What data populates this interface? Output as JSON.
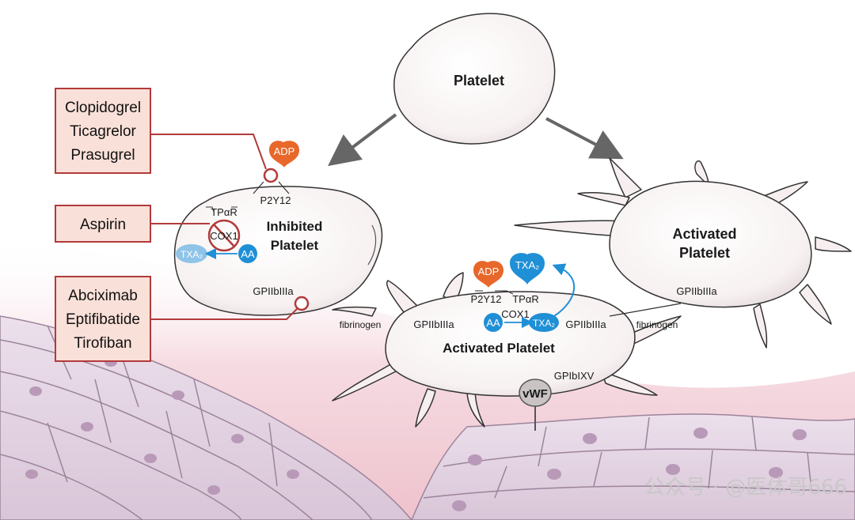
{
  "colors": {
    "box_border": "#b23a3a",
    "box_fill": "#f9e0d8",
    "adp_orange": "#e8672a",
    "aa_blue": "#1f8fd6",
    "txa_light_blue": "#8fc3e8",
    "tissue_pink": "#f3cdd6",
    "cell_lilac": "#e4d3e3",
    "nucleus": "#b89ab8"
  },
  "drug_boxes": [
    {
      "lines": [
        "Clopidogrel",
        "Ticagrelor",
        "Prasugrel"
      ]
    },
    {
      "lines": [
        "Aspirin"
      ]
    },
    {
      "lines": [
        "Abciximab",
        "Eptifibatide",
        "Tirofiban"
      ]
    }
  ],
  "resting_platelet": {
    "label": "Platelet"
  },
  "inhibited_platelet": {
    "title_line1": "Inhibited",
    "title_line2": "Platelet",
    "adp": "ADP",
    "p2y12": "P2Y12",
    "tpar": "TPαR",
    "cox1": "COX1",
    "txa2": "TXA₂",
    "aa": "AA",
    "gp": "GPIIbIIIa"
  },
  "activated_platelet_right": {
    "title_line1": "Activated",
    "title_line2": "Platelet",
    "gp": "GPIIbIIIa"
  },
  "activated_platelet_center": {
    "title": "Activated Platelet",
    "adp": "ADP",
    "txa2_top": "TXA₂",
    "p2y12": "P2Y12",
    "tpar": "TPαR",
    "aa": "AA",
    "cox1": "COX1",
    "txa2": "TXA₂",
    "gp_left": "GPIIbIIIa",
    "gp_right": "GPIIbIIIa",
    "fibrinogen_left": "fibrinogen",
    "fibrinogen_right": "fibrinogen",
    "gpibixv": "GPIbIXV",
    "vwf": "vWF"
  },
  "watermark": {
    "text": "公众号 · @医体哥666"
  }
}
